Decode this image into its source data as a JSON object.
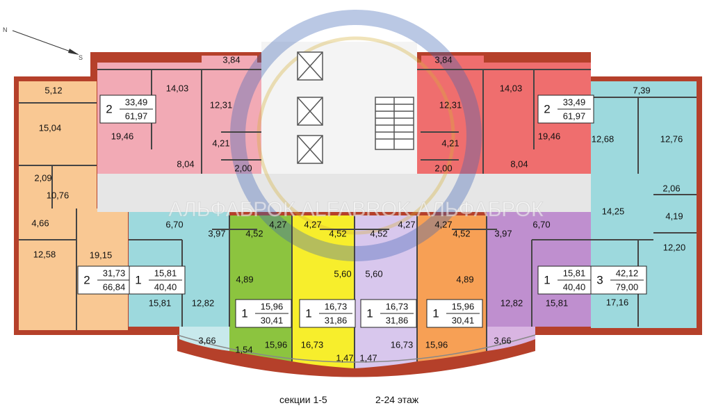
{
  "compass": {
    "north": "N",
    "south": "S"
  },
  "watermark": "АЛЬФАБРОК ALFABROK АЛЬФАБРОК",
  "footer": {
    "sections": "секции 1-5",
    "floors": "2-24 этаж"
  },
  "colors": {
    "pink": "#f2aab5",
    "red": "#ef6e6e",
    "orange_light": "#f9c893",
    "teal": "#9dd9dd",
    "green": "#8cc43f",
    "yellow": "#f7ee2c",
    "lavender": "#d8c7ed",
    "orange": "#f7a055",
    "purple": "#bf8fcf",
    "wall": "#b5402a",
    "corridor": "#e6e6e6",
    "core": "#f4f4f4"
  },
  "apartments": [
    {
      "rooms": "2",
      "living": "33,49",
      "total": "61,97"
    },
    {
      "rooms": "2",
      "living": "33,49",
      "total": "61,97"
    },
    {
      "rooms": "2",
      "living": "31,73",
      "total": "66,84"
    },
    {
      "rooms": "1",
      "living": "15,81",
      "total": "40,40"
    },
    {
      "rooms": "1",
      "living": "15,96",
      "total": "30,41"
    },
    {
      "rooms": "1",
      "living": "16,73",
      "total": "31,86"
    },
    {
      "rooms": "1",
      "living": "16,73",
      "total": "31,86"
    },
    {
      "rooms": "1",
      "living": "15,96",
      "total": "30,41"
    },
    {
      "rooms": "1",
      "living": "15,81",
      "total": "40,40"
    },
    {
      "rooms": "3",
      "living": "42,12",
      "total": "79,00"
    }
  ],
  "rooms": [
    "5,12",
    "15,04",
    "2,09",
    "10,76",
    "4,66",
    "12,58",
    "19,15",
    "3,84",
    "14,03",
    "12,31",
    "19,46",
    "4,21",
    "8,04",
    "2,00",
    "3,84",
    "12,31",
    "14,03",
    "4,21",
    "19,46",
    "2,00",
    "8,04",
    "7,39",
    "12,68",
    "12,76",
    "2,06",
    "14,25",
    "4,19",
    "12,20",
    "17,16",
    "6,70",
    "3,97",
    "4,52",
    "4,27",
    "15,81",
    "12,82",
    "3,66",
    "4,89",
    "1,54",
    "15,96",
    "4,27",
    "4,52",
    "4,52",
    "4,27",
    "5,60",
    "5,60",
    "16,73",
    "16,73",
    "1,47",
    "1,47",
    "4,27",
    "4,52",
    "3,97",
    "6,70",
    "4,89",
    "15,96",
    "12,82",
    "15,81",
    "3,66"
  ]
}
